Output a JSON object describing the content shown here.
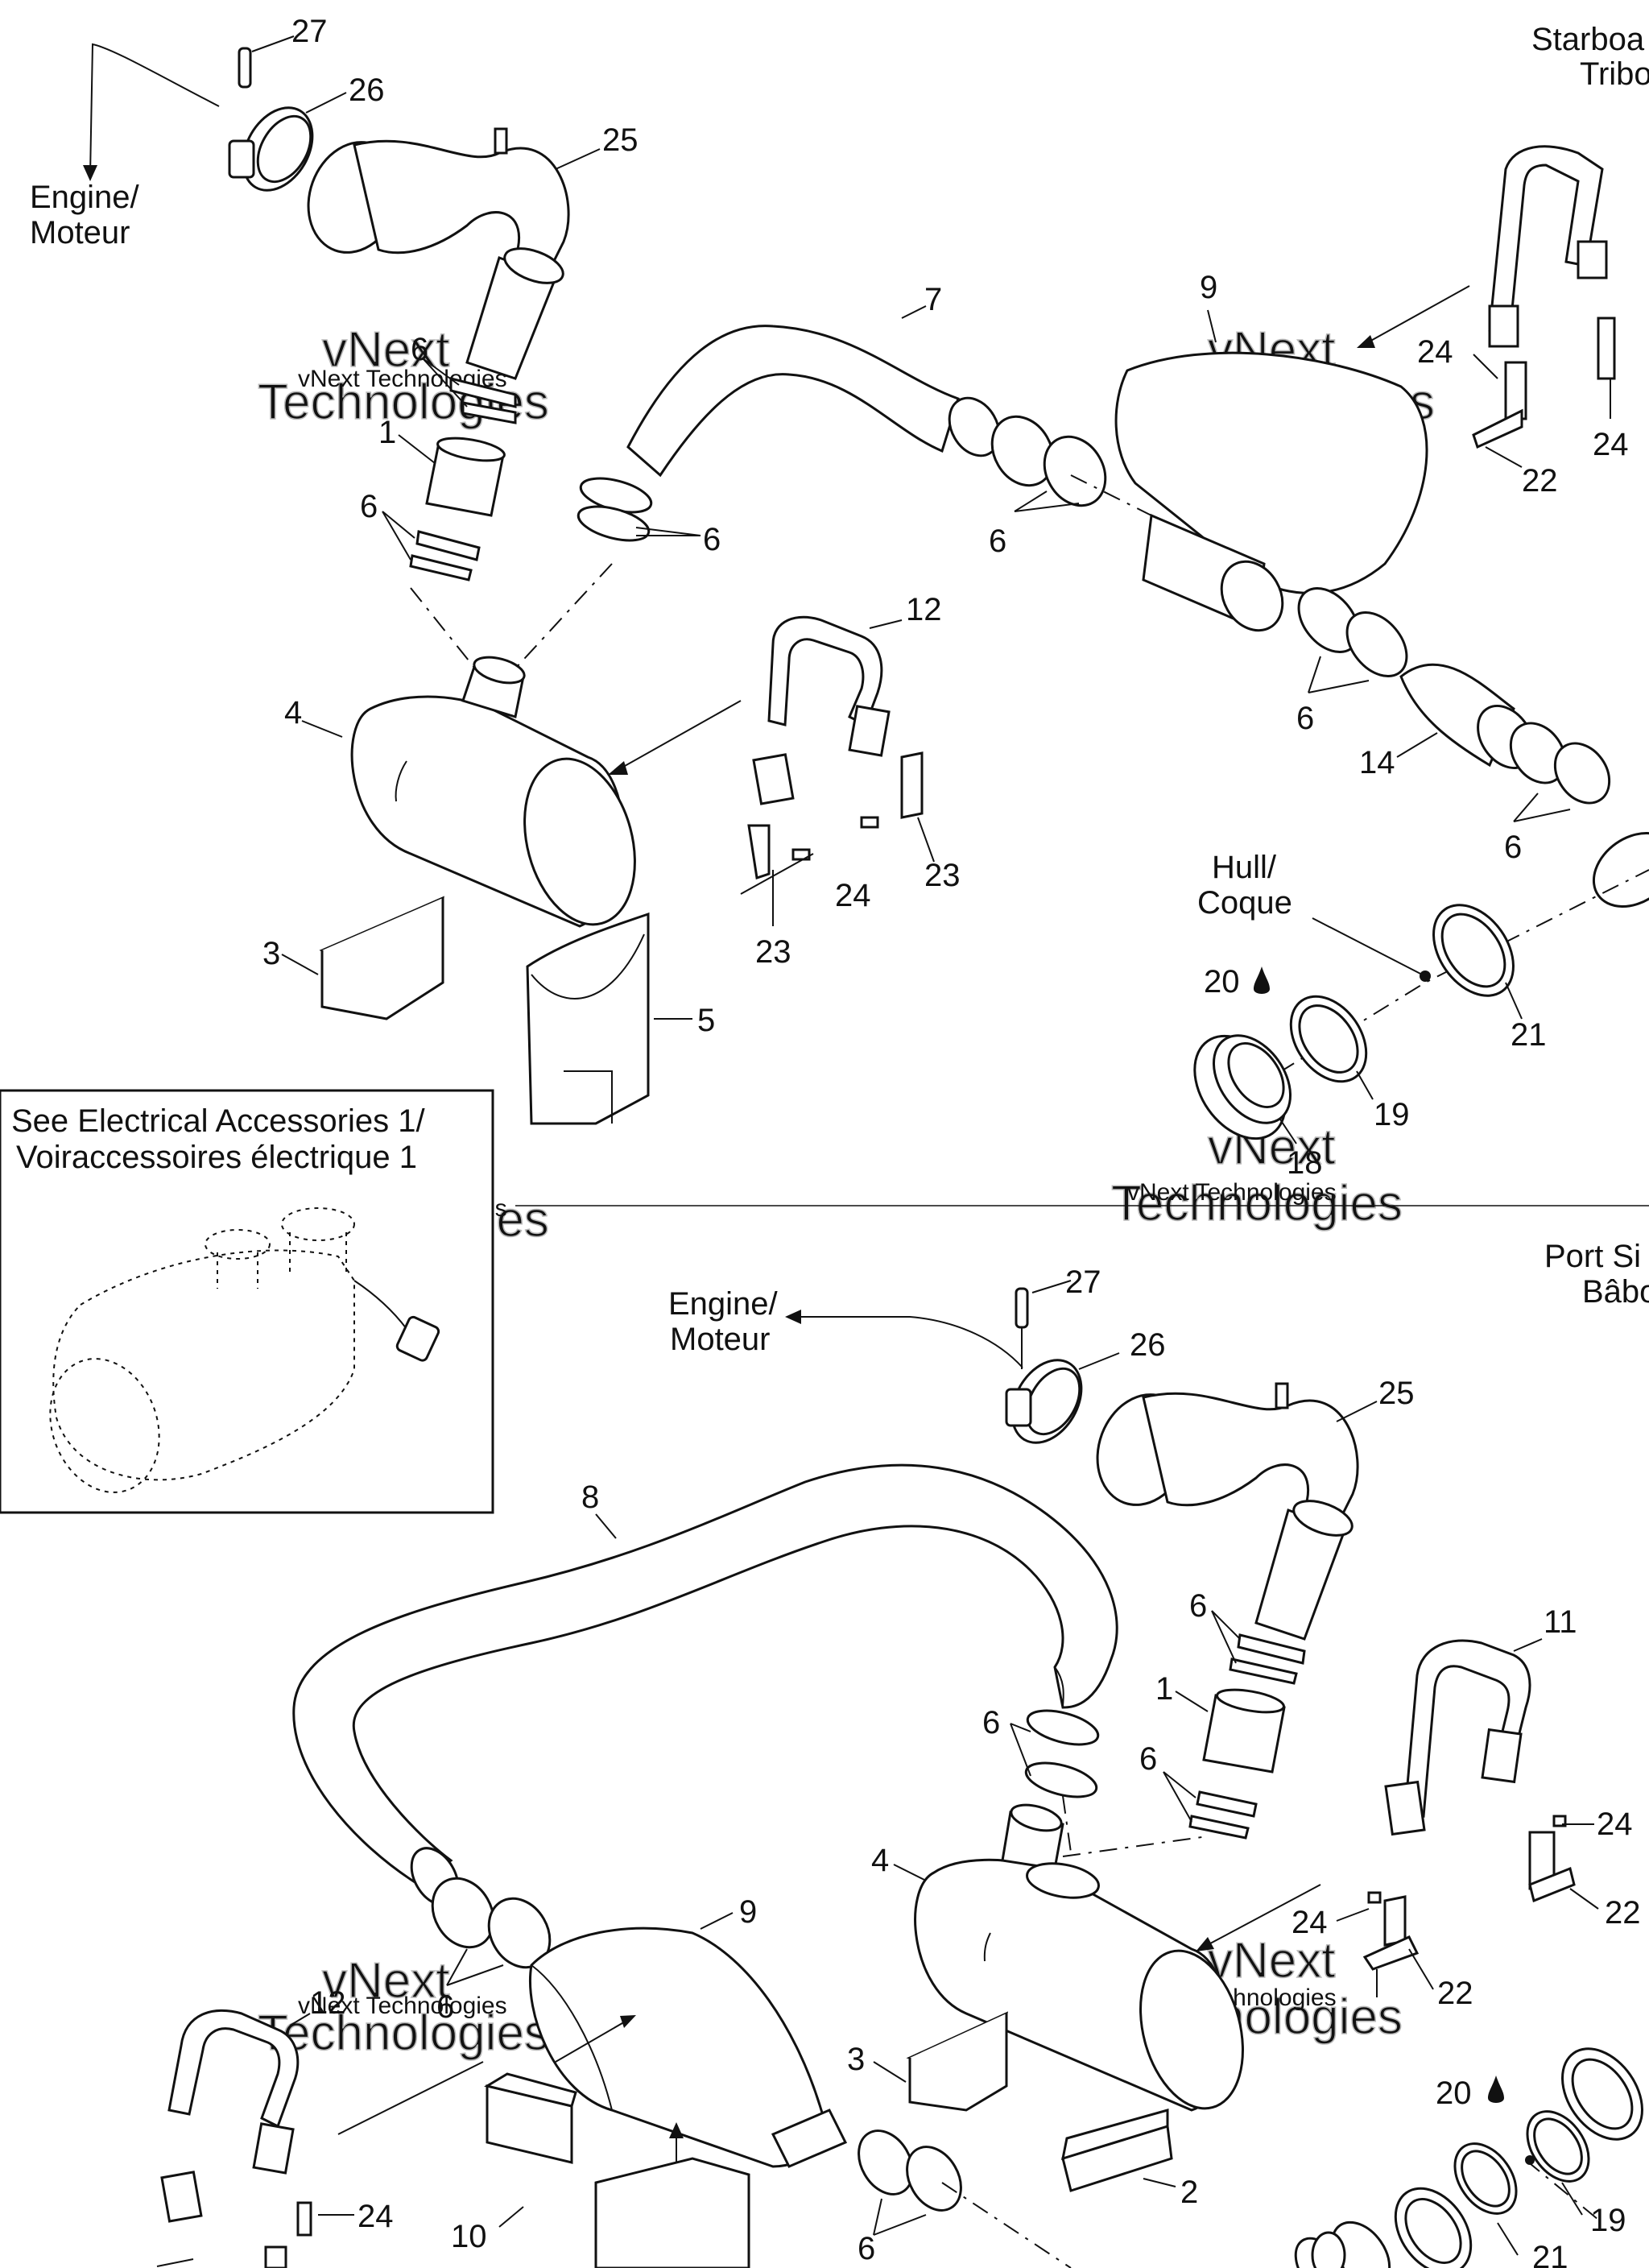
{
  "section_labels": {
    "starboard": [
      "Starboa",
      "Tribo"
    ],
    "port": [
      "Port Si",
      "Bâbo"
    ],
    "engine_top": [
      "Engine/",
      "Moteur"
    ],
    "engine_bottom": [
      "Engine/",
      "Moteur"
    ],
    "hull": [
      "Hull/",
      "Coque"
    ],
    "see_electrical": [
      "See Electrical Accessories 1/",
      "Voiraccessoires électrique 1"
    ]
  },
  "watermark": {
    "line1": "vNext",
    "line2": "Technologies",
    "small": "vNext Technologies"
  },
  "callouts": {
    "top": {
      "c27": "27",
      "c26": "26",
      "c25": "25",
      "c7": "7",
      "c9": "9",
      "c6a": "6",
      "c1": "1",
      "c6b": "6",
      "c6c": "6",
      "c6d": "6",
      "c4": "4",
      "c12": "12",
      "c3": "3",
      "c5": "5",
      "c24a": "24",
      "c23a": "23",
      "c23b": "23",
      "c24b": "24",
      "c22": "22",
      "c24c": "24",
      "c6e": "6",
      "c14": "14",
      "c6f": "6",
      "c20": "20",
      "c21": "21",
      "c19": "19",
      "c18": "18"
    },
    "bottom": {
      "c27": "27",
      "c26": "26",
      "c25": "25",
      "c8": "8",
      "c6a": "6",
      "c1": "1",
      "c6b": "6",
      "c11": "11",
      "c6c": "6",
      "c4": "4",
      "c9": "9",
      "c6d": "6",
      "c12": "12",
      "c24a": "24",
      "c24b": "24",
      "c22a": "22",
      "c22b": "22",
      "c3": "3",
      "c10": "10",
      "c2": "2",
      "c6e": "6",
      "c24c": "24",
      "c20": "20",
      "c19": "19",
      "c21": "21"
    }
  }
}
